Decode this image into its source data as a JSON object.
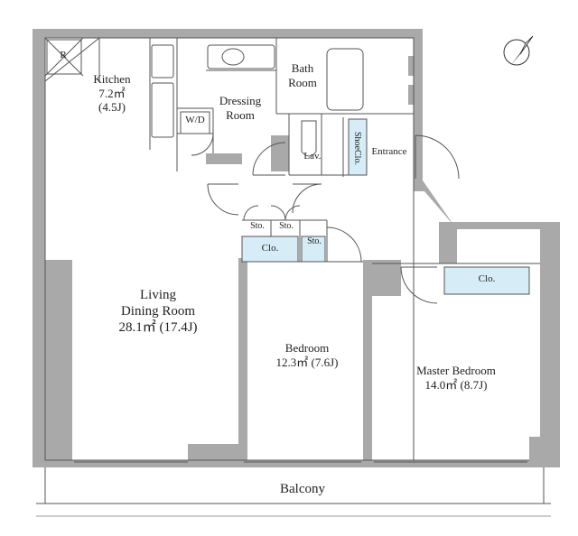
{
  "rooms": {
    "kitchen": {
      "name": "Kitchen",
      "area": "7.2㎡",
      "jo": "(4.5J)"
    },
    "dressing": {
      "line1": "Dressing",
      "line2": "Room"
    },
    "bath": {
      "line1": "Bath",
      "line2": "Room"
    },
    "wd": "W/D",
    "fridge": "R",
    "lav": "Lav.",
    "shoe": "ShoeClo.",
    "entrance": "Entrance",
    "sto1": "Sto.",
    "sto2": "Sto.",
    "sto3": "Sto.",
    "clo1": "Clo.",
    "clo2": "Clo.",
    "living": {
      "line1": "Living",
      "line2": "Dining Room",
      "area": "28.1㎡ (17.4J)"
    },
    "bedroom": {
      "name": "Bedroom",
      "area": "12.3㎡ (7.6J)"
    },
    "master": {
      "name": "Master Bedroom",
      "area": "14.0㎡ (8.7J)"
    },
    "balcony": "Balcony"
  },
  "colors": {
    "wall": "#a9a9a9",
    "closet": "#d6ecf7",
    "line": "#555555"
  },
  "icons": {
    "compass": "north-arrow-icon"
  }
}
